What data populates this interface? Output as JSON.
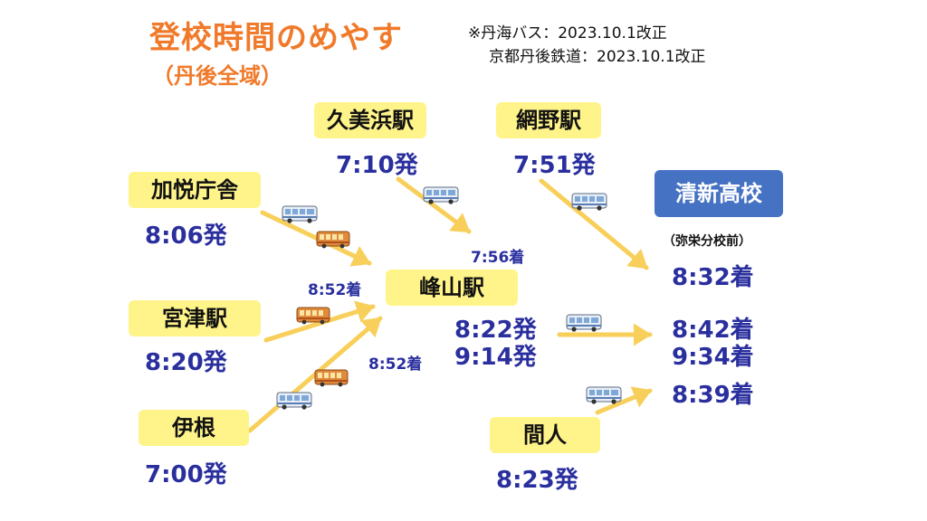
{
  "header": {
    "title": "登校時間のめやす",
    "subtitle": "（丹後全域）",
    "note_bus": "※丹海バス：2023.10.1改正",
    "note_rail": "京都丹後鉄道：2023.10.1改正"
  },
  "stations": {
    "kumihama": {
      "name": "久美浜駅",
      "depart": "7:10発"
    },
    "amino": {
      "name": "網野駅",
      "depart": "7:51発"
    },
    "kaetsu": {
      "name": "加悦庁舎",
      "depart": "8:06発"
    },
    "miyazu": {
      "name": "宮津駅",
      "depart": "8:20発"
    },
    "ine": {
      "name": "伊根",
      "depart": "7:00発"
    },
    "mineyama": {
      "name": "峰山駅",
      "depart1": "8:22発",
      "depart2": "9:14発"
    },
    "taiza": {
      "name": "間人",
      "depart": "8:23発"
    }
  },
  "school": {
    "name": "清新高校",
    "branch": "（弥栄分校前）",
    "arrive_amino": "8:32着",
    "arrive_mineyama1": "8:42着",
    "arrive_mineyama2": "9:34着",
    "arrive_taiza": "8:39着"
  },
  "transfers": {
    "kumihama_arrive": "7:56着",
    "left_arrive": "8:52着",
    "lower_arrive": "8:52着"
  },
  "colors": {
    "title": "#f07a2a",
    "station_bg": "#fff48a",
    "school_bg": "#4672c4",
    "time": "#2a2f9e",
    "arrow": "#f8cf5a",
    "train": "#e08a3c",
    "bus": "#e8eef6"
  }
}
